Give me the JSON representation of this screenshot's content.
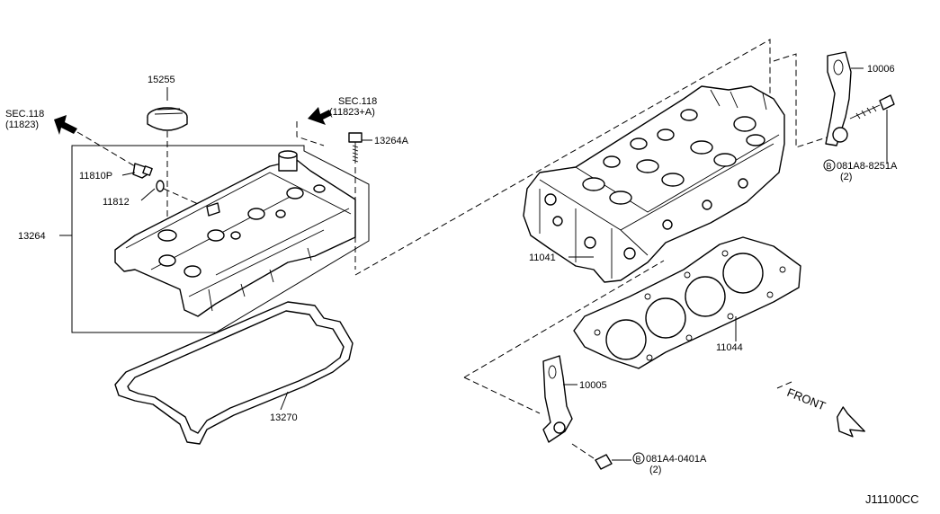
{
  "diagram": {
    "code": "J11100CC",
    "front": "FRONT",
    "refs": {
      "sec118_left_line1": "SEC.118",
      "sec118_left_line2": "(11823)",
      "sec118_right_line1": "SEC.118",
      "sec118_right_line2": "(11823+A)"
    },
    "parts": {
      "p15255": "15255",
      "p11810P": "11810P",
      "p11812": "11812",
      "p13264": "13264",
      "p13264A": "13264A",
      "p13270": "13270",
      "p11041": "11041",
      "p11044": "11044",
      "p10005": "10005",
      "p10006": "10006"
    },
    "bolts": {
      "b1_marker": "B",
      "b1_code": "081A8-8251A",
      "b1_qty": "(2)",
      "b2_marker": "B",
      "b2_code": "081A4-0401A",
      "b2_qty": "(2)"
    }
  }
}
